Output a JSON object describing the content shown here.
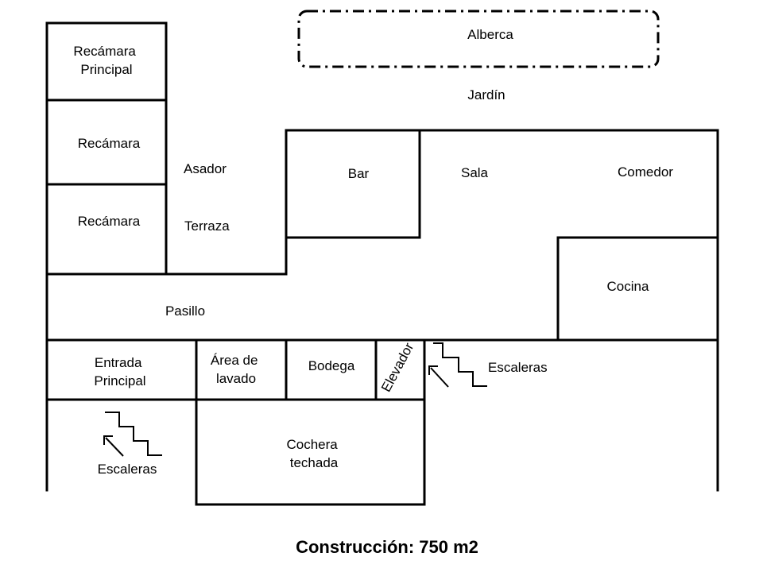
{
  "rooms": {
    "master_bedroom": [
      "Recámara",
      "Principal"
    ],
    "bedroom_1": "Recámara",
    "bedroom_2": "Recámara",
    "grill": "Asador",
    "terrace": "Terraza",
    "pool": "Alberca",
    "garden": "Jardín",
    "bar": "Bar",
    "living_room": "Sala",
    "dining_room": "Comedor",
    "kitchen": "Cocina",
    "hallway": "Pasillo",
    "main_entrance": [
      "Entrada",
      "Principal"
    ],
    "laundry": [
      "Área de",
      "lavado"
    ],
    "storage": "Bodega",
    "elevator": "Elevador",
    "stairs_right": "Escaleras",
    "stairs_left": "Escaleras",
    "garage": [
      "Cochera",
      "techada"
    ]
  },
  "caption": "Construcción: 750 m2"
}
